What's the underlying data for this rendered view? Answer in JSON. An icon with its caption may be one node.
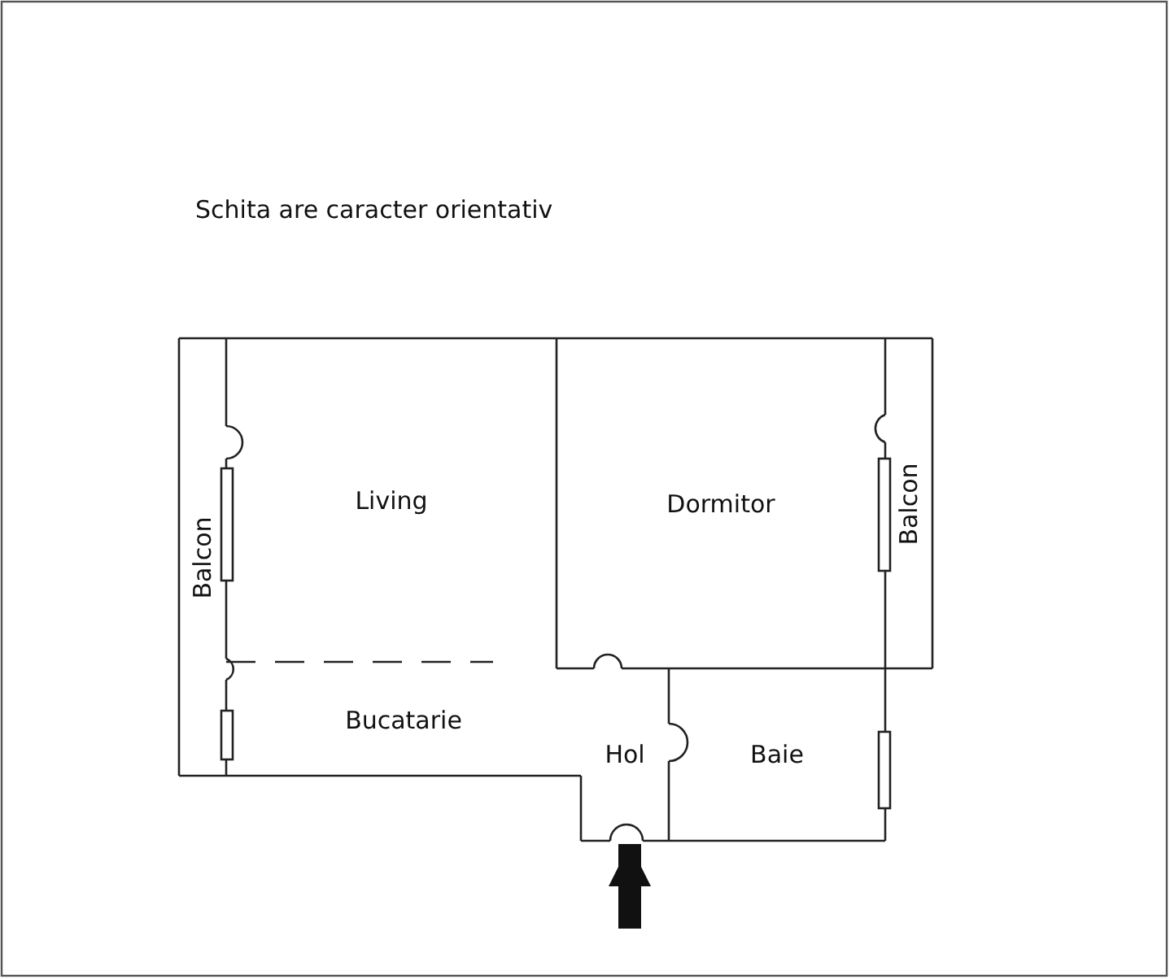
{
  "diagram": {
    "nodes": [
      {
        "text": [
          "Balcon"
        ]
      },
      {
        "text": [
          "Living"
        ]
      },
      {
        "text": [
          "Dormitor"
        ]
      },
      {
        "text": [
          "Balcon"
        ]
      },
      {
        "text": [
          "Bucatarie"
        ]
      },
      {
        "text": [
          "Hol"
        ]
      },
      {
        "text": [
          "Baie"
        ]
      }
    ],
    "edges": [
      {
        "from": null,
        "to": 5,
        "arrow": "to"
      }
    ],
    "labels": [
      "Schita are caracter orientativ"
    ]
  }
}
